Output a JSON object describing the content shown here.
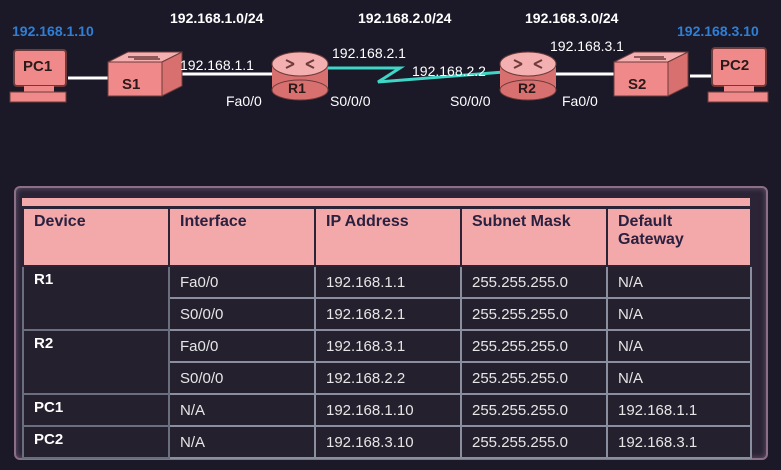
{
  "topology": {
    "networks": [
      "192.168.1.0/24",
      "192.168.2.0/24",
      "192.168.3.0/24"
    ],
    "devices": {
      "pc1": {
        "name": "PC1",
        "ip": "192.168.1.10"
      },
      "s1": {
        "name": "S1"
      },
      "r1": {
        "name": "R1"
      },
      "r2": {
        "name": "R2"
      },
      "s2": {
        "name": "S2"
      },
      "pc2": {
        "name": "PC2",
        "ip": "192.168.3.10"
      }
    },
    "labels": {
      "r1_lan_ip": "192.168.1.1",
      "r1_fa": "Fa0/0",
      "r1_serial_ip": "192.168.2.1",
      "r1_s": "S0/0/0",
      "r2_serial_ip": "192.168.2.2",
      "r2_s": "S0/0/0",
      "r2_lan_ip": "192.168.3.1",
      "r2_fa": "Fa0/0"
    },
    "colors": {
      "device": "#f08a8a",
      "lan_link": "#ffffff",
      "serial_link": "#3fd6c6",
      "ip_blue": "#2f7fd6"
    }
  },
  "table": {
    "headers": [
      "Device",
      "Interface",
      "IP Address",
      "Subnet Mask",
      "Default Gateway"
    ],
    "rows": [
      {
        "device": "R1",
        "iface": "Fa0/0",
        "ip": "192.168.1.1",
        "mask": "255.255.255.0",
        "gw": "N/A"
      },
      {
        "device": "",
        "iface": "S0/0/0",
        "ip": "192.168.2.1",
        "mask": "255.255.255.0",
        "gw": "N/A"
      },
      {
        "device": "R2",
        "iface": "Fa0/0",
        "ip": "192.168.3.1",
        "mask": "255.255.255.0",
        "gw": "N/A"
      },
      {
        "device": "",
        "iface": "S0/0/0",
        "ip": "192.168.2.2",
        "mask": "255.255.255.0",
        "gw": "N/A"
      },
      {
        "device": "PC1",
        "iface": "N/A",
        "ip": "192.168.1.10",
        "mask": "255.255.255.0",
        "gw": "192.168.1.1"
      },
      {
        "device": "PC2",
        "iface": "N/A",
        "ip": "192.168.3.10",
        "mask": "255.255.255.0",
        "gw": "192.168.3.1"
      }
    ]
  }
}
